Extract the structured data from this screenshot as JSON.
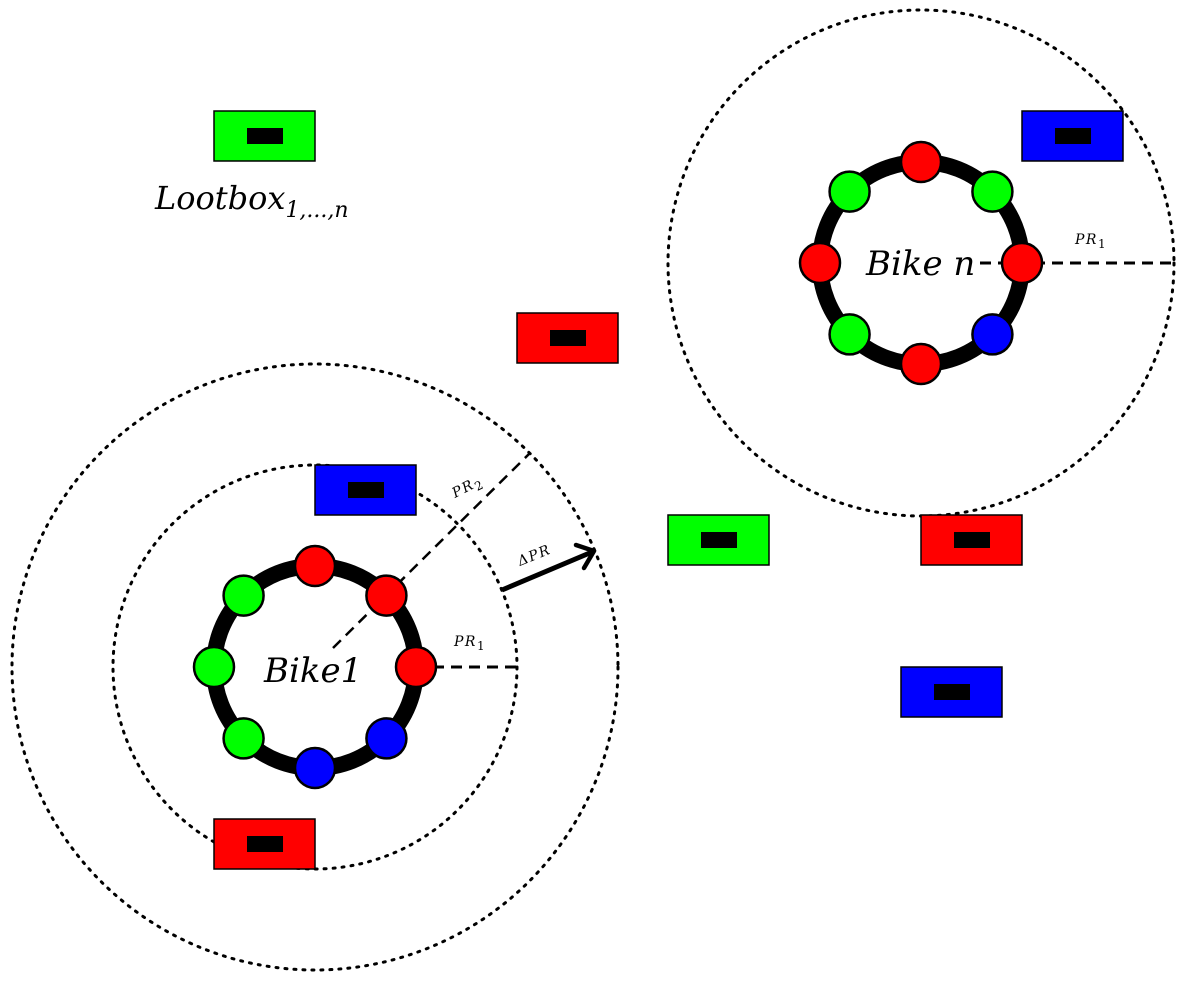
{
  "labels": {
    "lootbox_main": "Lootbox",
    "lootbox_sub": "1,...,n",
    "bike1": "Bike1",
    "bike_n": "Bike n",
    "pr1": "PR",
    "pr1_sub": "1",
    "pr1_right": "PR",
    "pr1_right_sub": "1",
    "pr2": "PR",
    "pr2_sub": "2",
    "delta_pr": "ΔPR"
  },
  "colors": {
    "green": "#00ff00",
    "red": "#ff0000",
    "blue": "#0000ff",
    "black": "#000000"
  },
  "bike1": {
    "slots": [
      "red",
      "red",
      "red",
      "blue",
      "blue",
      "green",
      "green",
      "green"
    ]
  },
  "bike_n": {
    "slots": [
      "red",
      "green",
      "red",
      "blue",
      "red",
      "green",
      "red",
      "green"
    ]
  },
  "lootboxes": [
    {
      "color": "green"
    },
    {
      "color": "blue"
    },
    {
      "color": "red"
    },
    {
      "color": "blue"
    },
    {
      "color": "green"
    },
    {
      "color": "red"
    },
    {
      "color": "blue"
    },
    {
      "color": "red"
    }
  ]
}
